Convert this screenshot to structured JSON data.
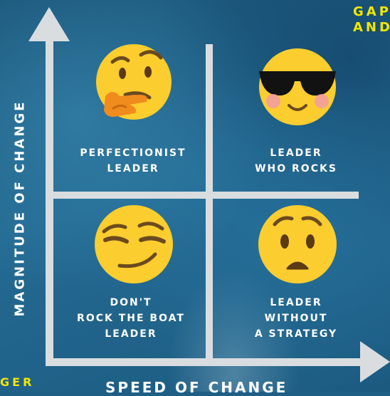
{
  "corner_top": "GAP\nAND",
  "corner_bottom": "GER",
  "y_axis": "MAGNITUDE OF CHANGE",
  "x_axis": "SPEED OF CHANGE",
  "quadrants": [
    {
      "label": "PERFECTIONIST\nLEADER",
      "emoji": "thinking-face-icon"
    },
    {
      "label": "LEADER\nWHO ROCKS",
      "emoji": "sunglasses-face-icon"
    },
    {
      "label": "DON'T\nROCK THE BOAT\nLEADER",
      "emoji": "smirking-face-icon"
    },
    {
      "label": "LEADER\nWITHOUT\nA STRATEGY",
      "emoji": "worried-face-icon"
    }
  ],
  "colors": {
    "axis": "#d9dde0",
    "emoji": "#fbcd2e",
    "corner_text": "#f2e600"
  }
}
